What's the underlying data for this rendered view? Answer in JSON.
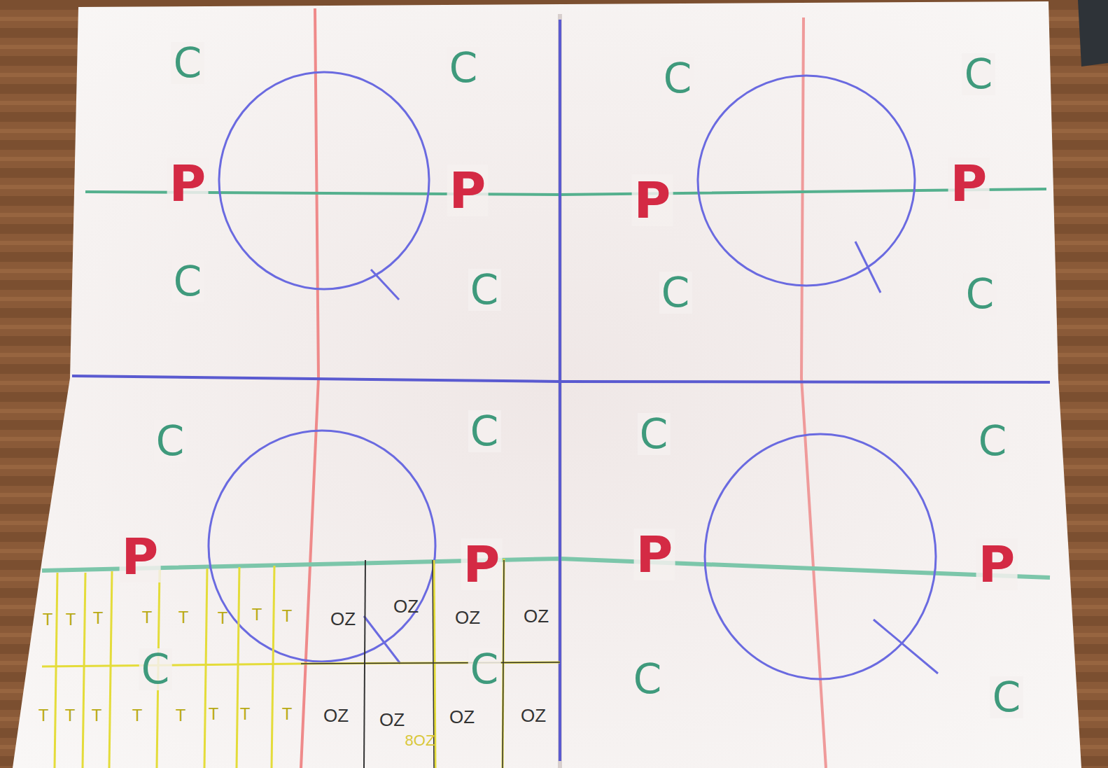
{
  "diagram": {
    "labels": [
      "C",
      "C",
      "C",
      "C",
      "P",
      "P",
      "P",
      "P",
      "C",
      "C",
      "C",
      "C",
      "C",
      "C",
      "C",
      "C",
      "P",
      "P",
      "P",
      "P",
      "T",
      "T",
      "T",
      "T",
      "T",
      "T",
      "T",
      "T",
      "OZ",
      "OZ",
      "OZ",
      "OZ",
      "C",
      "C",
      "C",
      "C",
      "T",
      "T",
      "T",
      "T",
      "T",
      "T",
      "T",
      "T",
      "OZ",
      "OZ",
      "OZ",
      "OZ",
      "8OZ"
    ]
  }
}
